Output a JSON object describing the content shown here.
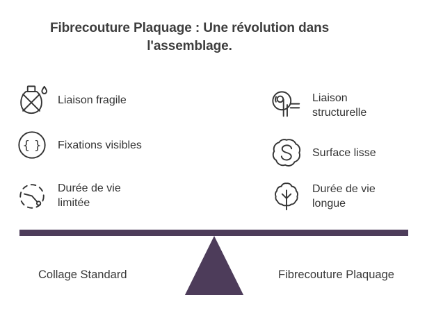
{
  "title": "Fibrecouture Plaquage : Une révolution dans l'assemblage.",
  "comparison": {
    "beam_color": "#4d3c5a",
    "left": {
      "side_label": "Collage Standard",
      "items": [
        {
          "icon": "glue-bottle-icon",
          "label": "Liaison fragile"
        },
        {
          "icon": "code-braces-icon",
          "label": "Fixations visibles"
        },
        {
          "icon": "dashed-clock-icon",
          "label": "Durée de vie limitée"
        }
      ]
    },
    "right": {
      "side_label": "Fibrecouture Plaquage",
      "items": [
        {
          "icon": "fiber-seam-icon",
          "label": "Liaison structurelle"
        },
        {
          "icon": "smooth-surface-icon",
          "label": "Surface lisse"
        },
        {
          "icon": "tree-icon",
          "label": "Durée de vie longue"
        }
      ]
    }
  }
}
